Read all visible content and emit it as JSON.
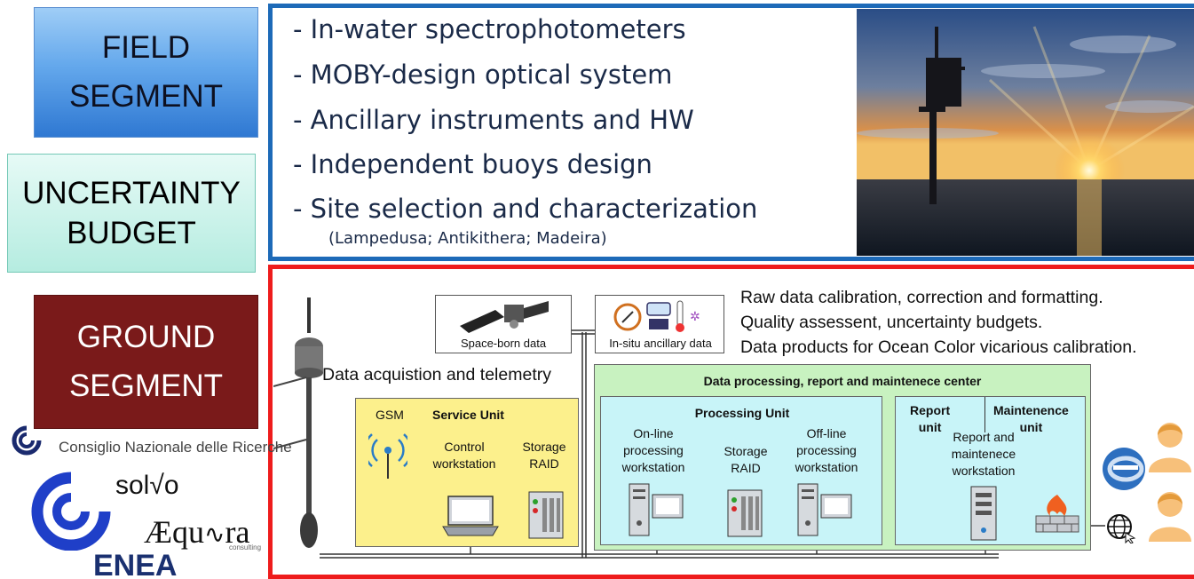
{
  "segments": {
    "field": [
      "FIELD",
      "SEGMENT"
    ],
    "uncertainty": [
      "UNCERTAINTY",
      "BUDGET"
    ],
    "ground": [
      "GROUND",
      "SEGMENT"
    ]
  },
  "field_bullets": [
    "- In-water spectrophotometers",
    "- MOBY-design optical system",
    "- Ancillary instruments and HW",
    "- Independent buoys design",
    "- Site selection and characterization"
  ],
  "sites": "(Lampedusa; Antikithera; Madeira)",
  "ground": {
    "telemetry_label": "Data acquistion and telemetry",
    "space_data": "Space-born data",
    "insitu_data": "In-situ ancillary data",
    "notes": [
      "Raw data calibration, correction and formatting.",
      "Quality assessent, uncertainty budgets.",
      "Data products for Ocean Color vicarious calibration."
    ],
    "center_title": "Data processing, report and maintenece center",
    "service_unit": {
      "title": "Service Unit",
      "gsm": "GSM",
      "control": [
        "Control",
        "workstation"
      ],
      "storage": [
        "Storage",
        "RAID"
      ]
    },
    "processing_unit": {
      "title": "Processing Unit",
      "online": [
        "On-line",
        "processing",
        "workstation"
      ],
      "storage": [
        "Storage",
        "RAID"
      ],
      "offline": [
        "Off-line",
        "processing",
        "workstation"
      ]
    },
    "report_unit": [
      "Report",
      "unit"
    ],
    "maintenance_unit": [
      "Maintenence",
      "unit"
    ],
    "report_ws": [
      "Report and",
      "maintenece",
      "workstation"
    ]
  },
  "logos": {
    "cnr": "Consiglio Nazionale delle Ricerche",
    "solvo": "sol√o",
    "aequora": "Æqu",
    "aequora_end": "ra",
    "aequora_sub": "consulting",
    "enea": "ENEA"
  }
}
